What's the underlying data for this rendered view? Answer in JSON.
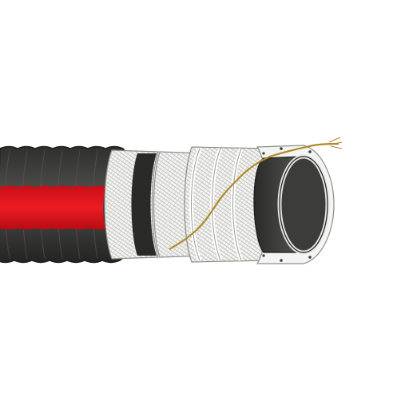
{
  "image": {
    "subject": "hose-cutaway-illustration",
    "background_color": "#ffffff"
  },
  "colors": {
    "rubber_cover": "#3a3a38",
    "rubber_dark": "#262625",
    "stripe": "#e0141c",
    "textile_ply": "#f4f4f2",
    "braid_line": "#b9b9b4",
    "helix_wire": "#f2f2f0",
    "copper_wire": "#b08a2a",
    "inner_tube": "#454543"
  },
  "layers": [
    {
      "name": "outer-cover",
      "icon": "rubber-cover-icon"
    },
    {
      "name": "red-identification-stripe",
      "icon": "stripe-icon"
    },
    {
      "name": "textile-reinforcement-ply-1",
      "icon": "textile-braid-icon"
    },
    {
      "name": "intermediate-rubber-layer",
      "icon": "rubber-layer-icon"
    },
    {
      "name": "textile-reinforcement-ply-2",
      "icon": "textile-braid-icon"
    },
    {
      "name": "steel-helix-wire",
      "icon": "helix-wire-icon"
    },
    {
      "name": "antistatic-copper-wire",
      "icon": "copper-wire-icon"
    },
    {
      "name": "inner-tube",
      "icon": "inner-tube-icon"
    }
  ]
}
